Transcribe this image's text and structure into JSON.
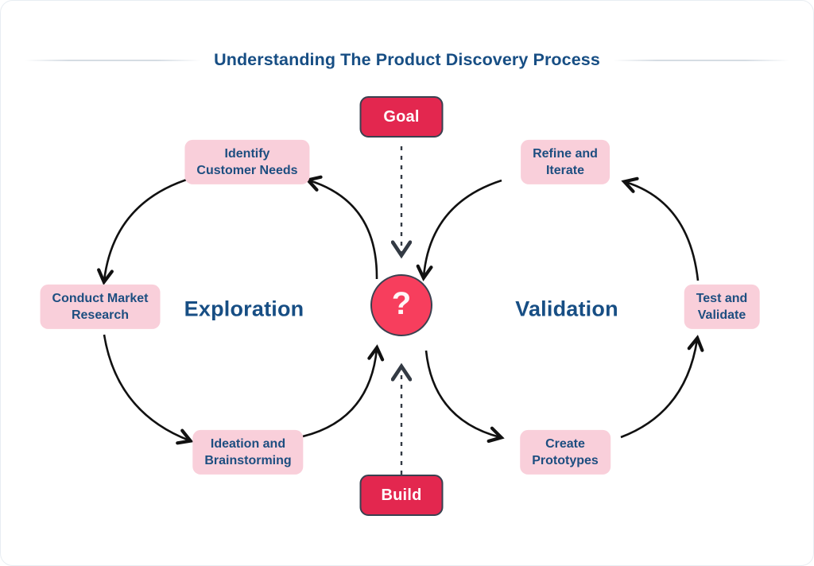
{
  "title": "Understanding The Product Discovery Process",
  "nodes": {
    "goal": {
      "label": "Goal"
    },
    "build": {
      "label": "Build"
    },
    "center": {
      "symbol": "?"
    }
  },
  "loops": {
    "exploration": {
      "label": "Exploration",
      "steps": [
        {
          "id": "identify-customer-needs",
          "line1": "Identify",
          "line2": "Customer Needs"
        },
        {
          "id": "conduct-market-research",
          "line1": "Conduct Market",
          "line2": "Research"
        },
        {
          "id": "ideation-and-brainstorming",
          "line1": "Ideation and",
          "line2": "Brainstorming"
        }
      ]
    },
    "validation": {
      "label": "Validation",
      "steps": [
        {
          "id": "refine-and-iterate",
          "line1": "Refine and",
          "line2": "Iterate"
        },
        {
          "id": "test-and-validate",
          "line1": "Test and",
          "line2": "Validate"
        },
        {
          "id": "create-prototypes",
          "line1": "Create",
          "line2": "Prototypes"
        }
      ]
    }
  },
  "colors": {
    "title_text": "#174e84",
    "step_box_bg": "#f9cfda",
    "step_box_text": "#1d4e80",
    "goal_build_bg": "#e3274f",
    "center_circle_bg": "#f73e5d",
    "dark_border": "#3a4150",
    "arrow": "#111111"
  }
}
